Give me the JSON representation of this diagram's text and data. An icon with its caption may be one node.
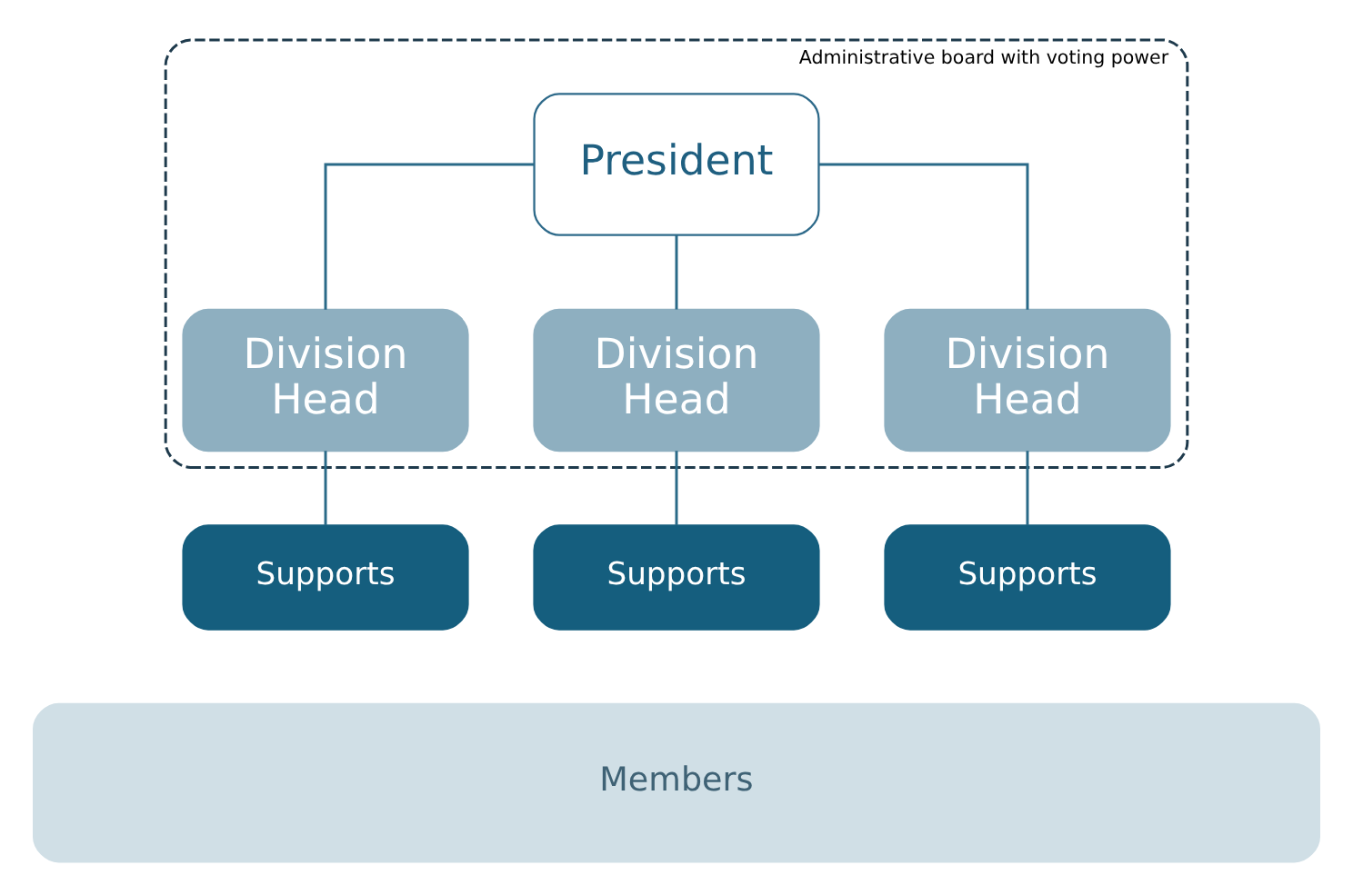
{
  "diagram": {
    "nodes": [
      {
        "text": [
          "Administrative board with voting power"
        ]
      },
      {
        "text": [
          "President"
        ],
        "in": 0
      },
      {
        "text": [
          "Division Head"
        ],
        "in": 0
      },
      {
        "text": [
          "Division Head"
        ],
        "in": 0
      },
      {
        "text": [
          "Division Head"
        ],
        "in": 0
      },
      {
        "text": [
          "Supports"
        ]
      },
      {
        "text": [
          "Supports"
        ]
      },
      {
        "text": [
          "Supports"
        ]
      },
      {
        "text": [
          "Members"
        ]
      }
    ],
    "edges": [
      {
        "from": 1,
        "to": 2,
        "arrow": "none"
      },
      {
        "from": 1,
        "to": 3,
        "arrow": "none"
      },
      {
        "from": 1,
        "to": 4,
        "arrow": "none"
      },
      {
        "from": 2,
        "to": 5,
        "arrow": "none"
      },
      {
        "from": 3,
        "to": 6,
        "arrow": "none"
      },
      {
        "from": 4,
        "to": 7,
        "arrow": "none"
      }
    ]
  }
}
